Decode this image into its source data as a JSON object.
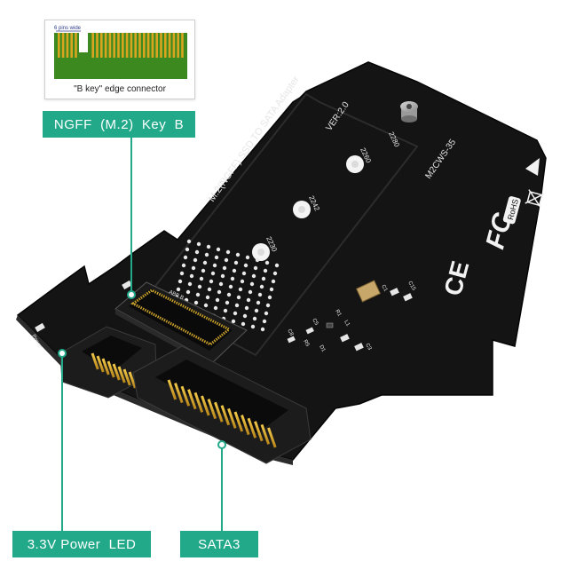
{
  "inset": {
    "pins_label": "6 pins wide",
    "caption": "\"B key\" edge connector"
  },
  "callouts": {
    "ngff": "NGFF  (M.2)  Key  B",
    "led": "3.3V Power  LED",
    "sata": "SATA3"
  },
  "board": {
    "title": "M.2(NGFF) SSD TO SATA Adapter",
    "version": "VER:2.0",
    "model": "M2CWS-35",
    "sizes": [
      "2280",
      "2260",
      "2242",
      "2230"
    ],
    "connector_marks": "ABB  B",
    "led_label": "Power",
    "component_labels": [
      "C15",
      "C1",
      "R1",
      "L1",
      "C5",
      "C8",
      "R5",
      "D1",
      "C3"
    ],
    "certifications": [
      "CE",
      "FC",
      "RoHS"
    ]
  },
  "colors": {
    "accent": "#21a98a",
    "pcb": "#121212",
    "gold": "#d9a520",
    "pcb_green": "#3c8a1f"
  },
  "icons": [
    "warning-triangle-icon",
    "weee-bin-icon"
  ]
}
